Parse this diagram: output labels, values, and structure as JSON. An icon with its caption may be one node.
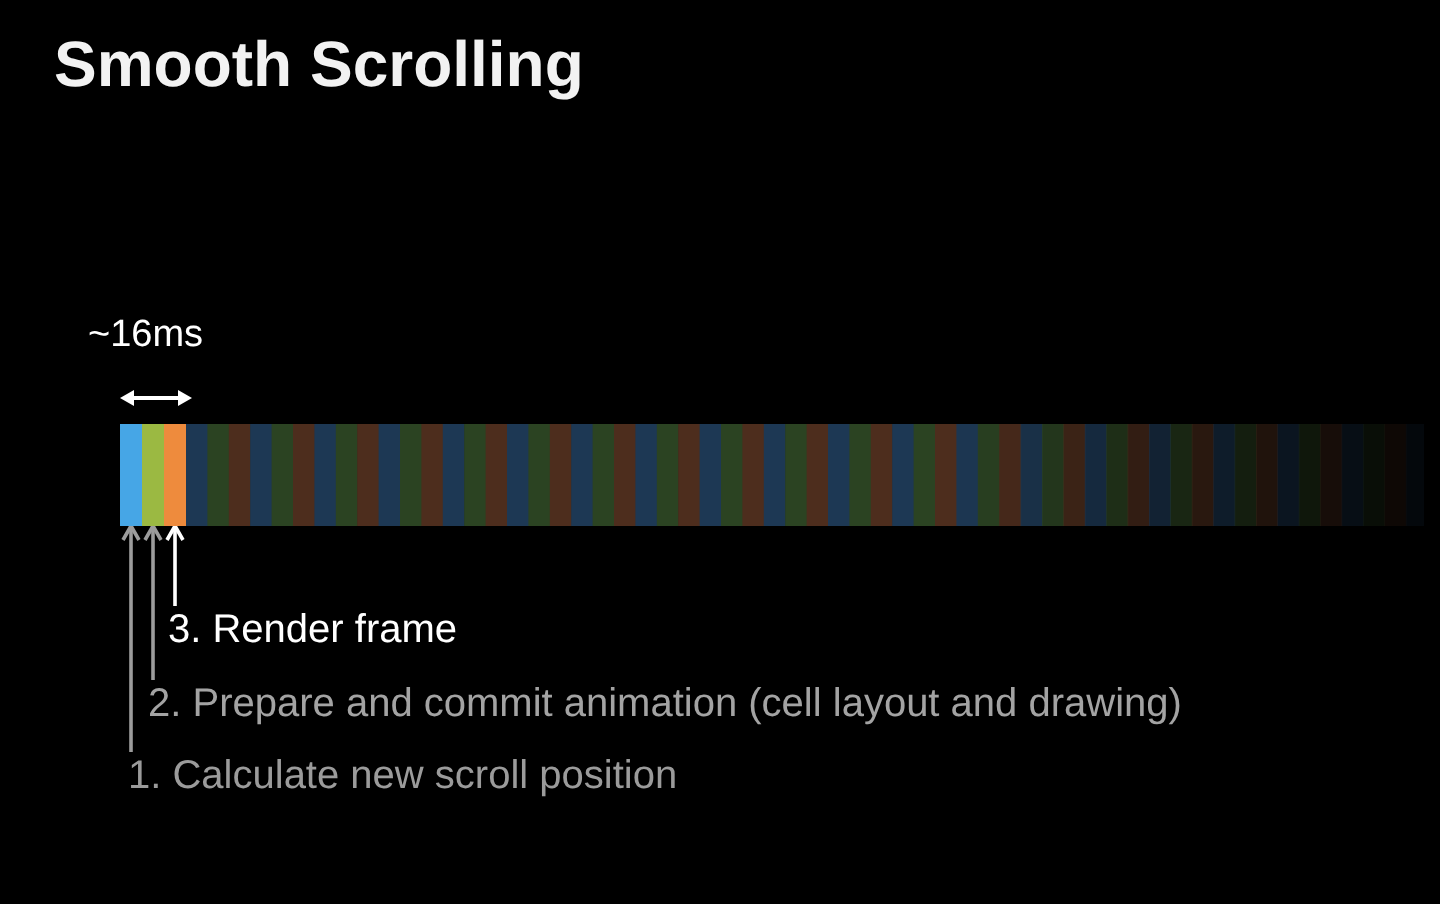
{
  "diagram": {
    "title": "Smooth Scrolling",
    "nodes": [
      {
        "text": [],
        "shape": "bar"
      },
      {
        "text": [],
        "shape": "bar"
      },
      {
        "text": [],
        "shape": "bar"
      },
      {
        "text": [
          "3. Render frame"
        ]
      },
      {
        "text": [
          "2. Prepare and commit animation (cell layout and drawing)"
        ]
      },
      {
        "text": [
          "1. Calculate new scroll position"
        ]
      }
    ],
    "edges": [
      {
        "from": 5,
        "to": 0,
        "arrow": "to"
      },
      {
        "from": 4,
        "to": 1,
        "arrow": "to"
      },
      {
        "from": 3,
        "to": 2,
        "arrow": "to",
        "color": "#ffffff"
      }
    ],
    "labels": [
      "~16ms"
    ]
  }
}
